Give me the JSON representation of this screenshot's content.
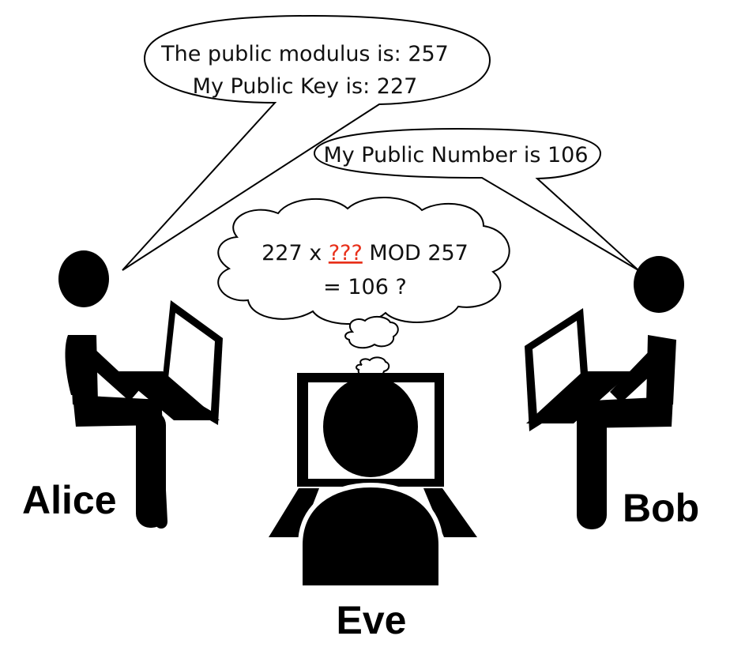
{
  "alice": {
    "name": "Alice",
    "speech_line_1": "The public modulus is: 257",
    "speech_line_2": "My Public Key is: 227"
  },
  "bob": {
    "name": "Bob",
    "speech": "My Public Number is 106"
  },
  "eve": {
    "name": "Eve",
    "thought_prefix": "227 x ",
    "thought_unknown": "???",
    "thought_suffix": " MOD 257",
    "thought_line_2": "= 106 ?"
  },
  "colors": {
    "figure": "#000000",
    "unknown_highlight": "#e8301a",
    "background": "#ffffff"
  },
  "icons": [
    "alice-person-icon",
    "alice-laptop-icon",
    "bob-person-icon",
    "bob-laptop-icon",
    "eve-person-icon",
    "eve-monitor-icon"
  ]
}
